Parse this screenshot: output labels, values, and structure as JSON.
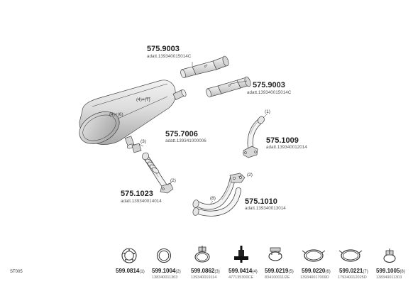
{
  "figure_code": "ST005",
  "parts": [
    {
      "number": "575.9003",
      "note": "adatt.139340015014C"
    },
    {
      "number": "575.9003",
      "note": "adatt.139340015014C"
    },
    {
      "number": "575.7006",
      "note": "adatt.139341000006"
    },
    {
      "number": "575.1009",
      "note": "adatt.139340012014"
    },
    {
      "number": "575.1023",
      "note": "adatt.139340014014"
    },
    {
      "number": "575.1010",
      "note": "adatt.139340013014"
    }
  ],
  "callouts": [
    "(4)+(7)",
    "(4)+(6)",
    "(3)",
    "(1)",
    "(2)",
    "(2)",
    "(8)"
  ],
  "accessories": [
    {
      "number": "599.0814",
      "qty": "(1)",
      "code": ""
    },
    {
      "number": "599.1004",
      "qty": "(2)",
      "code": "138340011303"
    },
    {
      "number": "599.0862",
      "qty": "(3)",
      "code": "139340019114"
    },
    {
      "number": "599.0414",
      "qty": "(4)",
      "code": "477135300CE"
    },
    {
      "number": "599.0219",
      "qty": "(5)",
      "code": "834100011I2E"
    },
    {
      "number": "599.0220",
      "qty": "(6)",
      "code": "139340017009D"
    },
    {
      "number": "599.0221",
      "qty": "(7)",
      "code": "179340012025D"
    },
    {
      "number": "599.1005",
      "qty": "(8)",
      "code": "138340011303"
    }
  ]
}
